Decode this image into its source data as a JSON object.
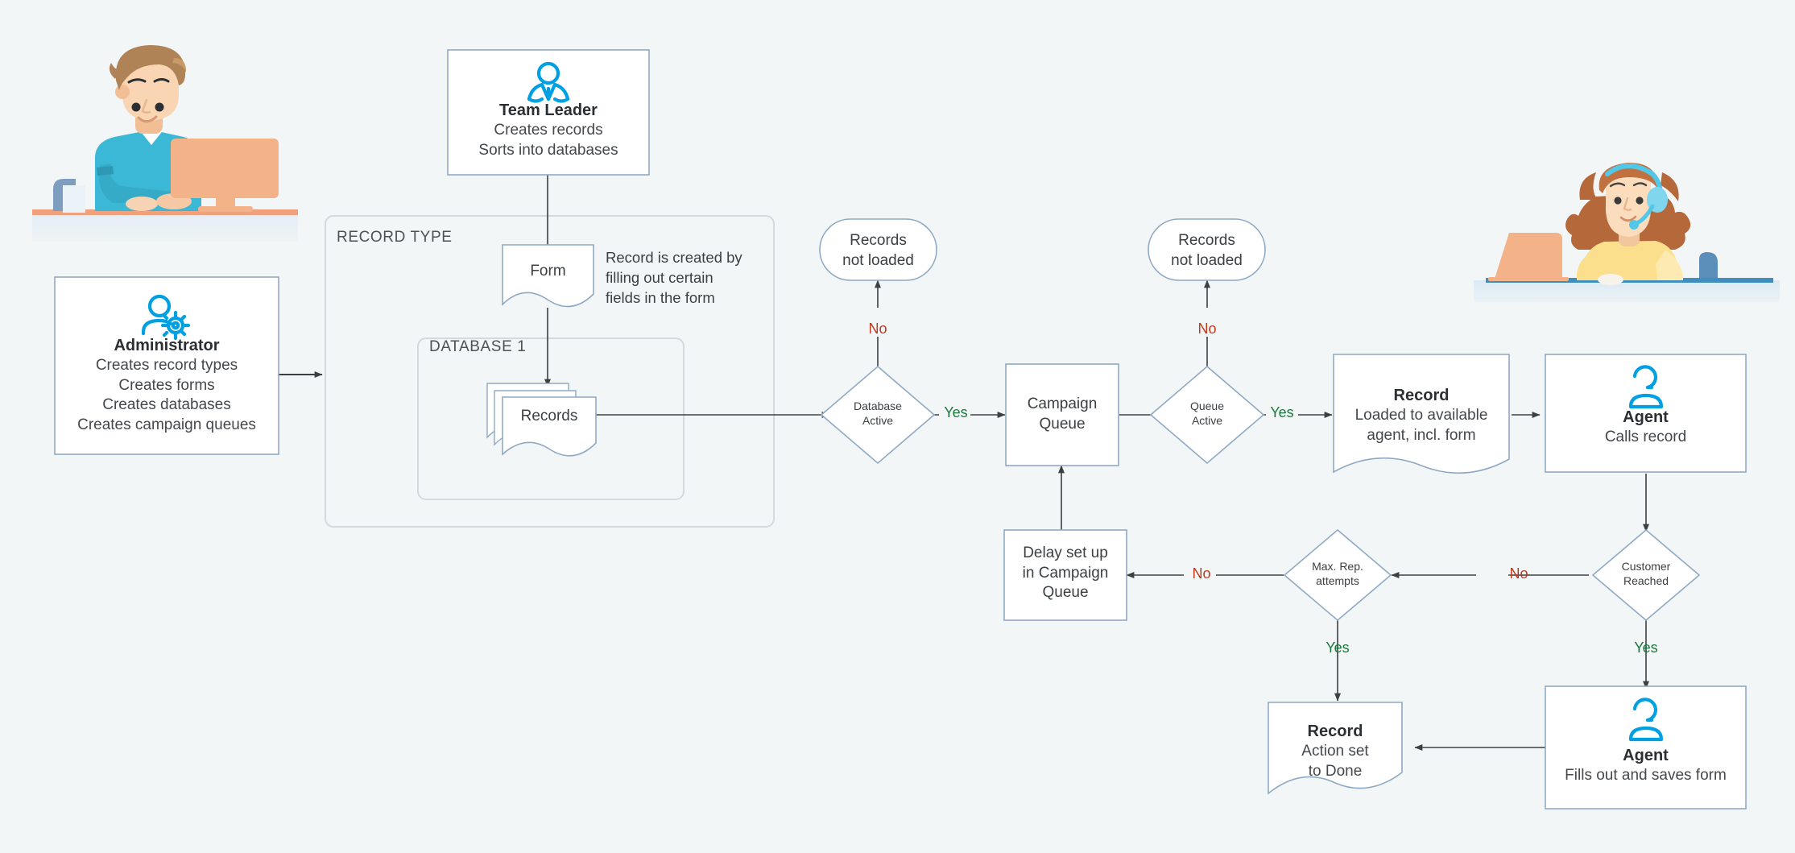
{
  "meta": {
    "background_color": "#f2f6f7",
    "node_stroke": "#8fa9c4",
    "node_fill": "#ffffff",
    "icon_color": "#00a0e3",
    "yes_color": "#1a7a3c",
    "no_color": "#c0391b",
    "connector_color": "#3c4043"
  },
  "groups": {
    "record_type": {
      "label": "RECORD TYPE"
    },
    "database_1": {
      "label": "DATABASE 1"
    }
  },
  "nodes": {
    "administrator": {
      "icon": "person-gear-icon",
      "title": "Administrator",
      "lines": [
        "Creates record types",
        "Creates forms",
        "Creates databases",
        "Creates campaign queues"
      ]
    },
    "team_leader": {
      "icon": "team-leader-icon",
      "title": "Team Leader",
      "lines": [
        "Creates records",
        "Sorts into databases"
      ]
    },
    "form": {
      "label": "Form"
    },
    "records": {
      "label": "Records"
    },
    "database_active": {
      "label": "Database\nActive",
      "line1": "Database",
      "line2": "Active"
    },
    "queue_active": {
      "label": "Queue\nActive",
      "line1": "Queue",
      "line2": "Active"
    },
    "records_not_loaded_1": {
      "line1": "Records",
      "line2": "not loaded"
    },
    "records_not_loaded_2": {
      "line1": "Records",
      "line2": "not loaded"
    },
    "campaign_queue": {
      "line1": "Campaign",
      "line2": "Queue"
    },
    "delay": {
      "line1": "Delay set up",
      "line2": "in Campaign",
      "line3": "Queue"
    },
    "record_loaded": {
      "title": "Record",
      "lines": [
        "Loaded to available",
        "agent, incl. form"
      ]
    },
    "agent_calls": {
      "icon": "agent-headset-icon",
      "title": "Agent",
      "lines": [
        "Calls record"
      ]
    },
    "agent_fills": {
      "icon": "agent-headset-icon",
      "title": "Agent",
      "lines": [
        "Fills out and saves form"
      ]
    },
    "customer_reached": {
      "line1": "Customer",
      "line2": "Reached"
    },
    "max_rep_attempts": {
      "line1": "Max. Rep.",
      "line2": "attempts"
    },
    "record_done": {
      "title": "Record",
      "lines": [
        "Action set",
        "to Done"
      ]
    }
  },
  "annotations": {
    "form_note": [
      "Record is created by",
      "filling out certain",
      "fields in the form"
    ]
  },
  "edge_labels": {
    "db_no": "No",
    "db_yes": "Yes",
    "queue_no": "No",
    "queue_yes": "Yes",
    "customer_no": "No",
    "customer_yes": "Yes",
    "max_rep_no": "No",
    "max_rep_yes": "Yes"
  },
  "illustrations": {
    "admin_person": "man-at-desktop-computer-illustration",
    "agent_person": "woman-with-headset-at-laptop-illustration"
  }
}
